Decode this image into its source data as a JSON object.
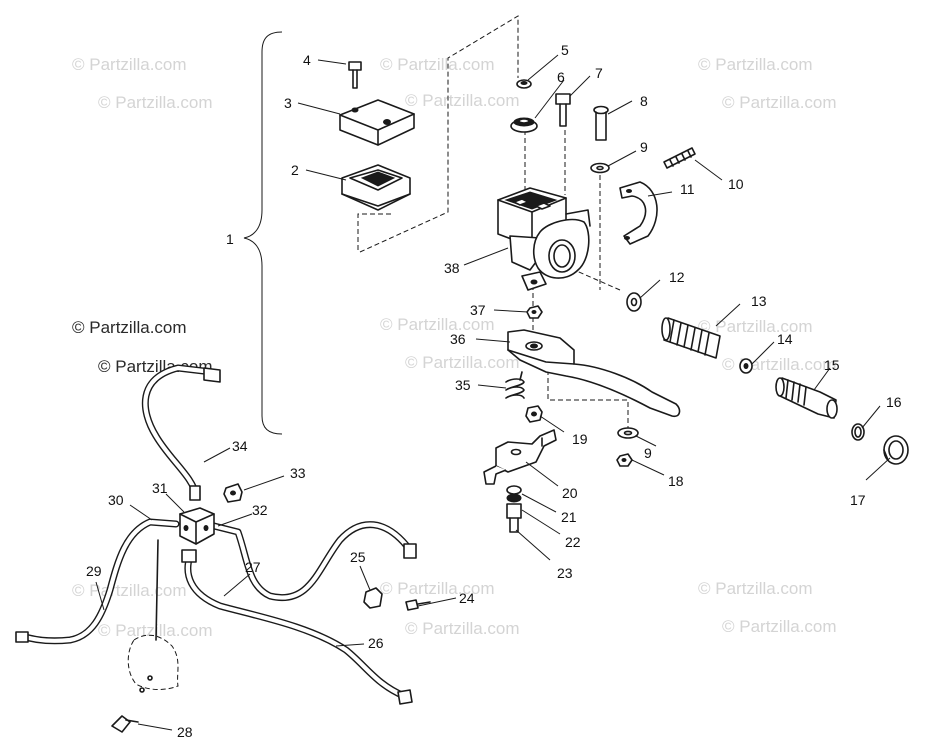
{
  "watermark": {
    "text": "© Partzilla.com",
    "dark_text": "© Partzilla.com"
  },
  "callouts": {
    "n1": "1",
    "n2": "2",
    "n3": "3",
    "n4": "4",
    "n5": "5",
    "n6": "6",
    "n7": "7",
    "n8": "8",
    "n9a": "9",
    "n9b": "9",
    "n10": "10",
    "n11": "11",
    "n12": "12",
    "n13": "13",
    "n14": "14",
    "n15": "15",
    "n16": "16",
    "n17": "17",
    "n18": "18",
    "n19": "19",
    "n20": "20",
    "n21": "21",
    "n22": "22",
    "n23": "23",
    "n24": "24",
    "n25": "25",
    "n26": "26",
    "n27": "27",
    "n28": "28",
    "n29": "29",
    "n30": "30",
    "n31": "31",
    "n32": "32",
    "n33": "33",
    "n34": "34",
    "n35": "35",
    "n36": "36",
    "n37": "37",
    "n38": "38"
  },
  "colors": {
    "ink": "#1a1a1a",
    "watermark": "#d4d4d4",
    "background": "#ffffff"
  }
}
